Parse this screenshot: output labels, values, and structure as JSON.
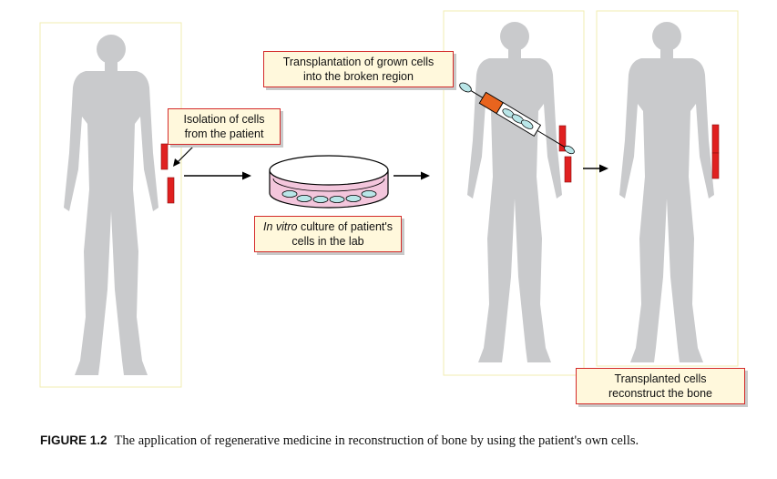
{
  "callouts": {
    "isolation": {
      "line1": "Isolation of cells",
      "line2": "from the patient"
    },
    "culture": {
      "italic": "In vitro",
      "line1_rest": " culture of patient's",
      "line2": "cells in the lab"
    },
    "transplantation": {
      "line1": "Transplantation of grown cells",
      "line2": "into the broken region"
    },
    "reconstruct": {
      "line1": "Transplanted cells",
      "line2": "reconstruct the bone"
    }
  },
  "caption": {
    "label": "FIGURE 1.2",
    "text": "The application of regenerative medicine in reconstruction of bone by using the patient's own cells."
  },
  "colors": {
    "silhouette": "#c9cacc",
    "bone": "#e02020",
    "dish_media": "#f3c6dc",
    "cells": "#b9e6e8",
    "syringe_plunger": "#e8641e",
    "callout_fill": "#fff8dc",
    "callout_border": "#d42a2a",
    "panel_border": "#f2ecb2"
  }
}
